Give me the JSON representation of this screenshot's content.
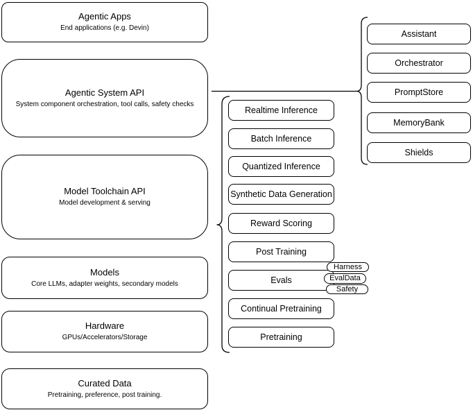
{
  "diagram": {
    "left_stack": [
      {
        "title": "Agentic Apps",
        "subtitle": "End applications (e.g. Devin)"
      },
      {
        "title": "Agentic System API",
        "subtitle": "System component orchestration, tool calls, safety checks"
      },
      {
        "title": "Model Toolchain API",
        "subtitle": "Model development & serving"
      },
      {
        "title": "Models",
        "subtitle": "Core LLMs, adapter weights, secondary models"
      },
      {
        "title": "Hardware",
        "subtitle": "GPUs/Accelerators/Storage"
      },
      {
        "title": "Curated Data",
        "subtitle": "Pretraining, preference, post training."
      }
    ],
    "toolchain_components": [
      {
        "label": "Realtime Inference"
      },
      {
        "label": "Batch Inference"
      },
      {
        "label": "Quantized Inference"
      },
      {
        "label": "Synthetic Data Generation"
      },
      {
        "label": "Reward Scoring"
      },
      {
        "label": "Post Training"
      },
      {
        "label": "Evals"
      },
      {
        "label": "Continual Pretraining"
      },
      {
        "label": "Pretraining"
      }
    ],
    "evals_tags": [
      {
        "label": "Harness"
      },
      {
        "label": "EvalData"
      },
      {
        "label": "Safety"
      }
    ],
    "system_components": [
      {
        "label": "Assistant"
      },
      {
        "label": "Orchestrator"
      },
      {
        "label": "PromptStore"
      },
      {
        "label": "MemoryBank"
      },
      {
        "label": "Shields"
      }
    ],
    "colors": {
      "stroke": "#000000",
      "fill": "#ffffff",
      "background": "#ffffff"
    }
  }
}
